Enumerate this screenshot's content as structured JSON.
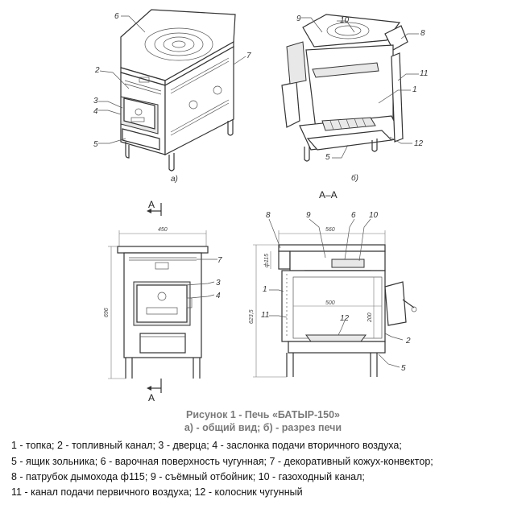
{
  "callouts": {
    "n1": "1",
    "n2": "2",
    "n3": "3",
    "n4": "4",
    "n5": "5",
    "n6": "6",
    "n7": "7",
    "n8": "8",
    "n9": "9",
    "n10": "10",
    "n11": "11",
    "n12": "12"
  },
  "view_labels": {
    "a": "а)",
    "b": "б)"
  },
  "section": {
    "marker": "А",
    "title": "А–А"
  },
  "dimensions": {
    "width_front": "450",
    "height_front": "696",
    "depth_side": "560",
    "chimney": "ф115",
    "height_side": "623,5",
    "firebox_depth": "500",
    "firebox_height": "200"
  },
  "caption": {
    "title": "Рисунок 1 - Печь «БАТЫР-150»",
    "subtitle": "а) - общий вид; б) - разрез печи"
  },
  "legend": [
    "1 - топка; 2 - топливный канал; 3 - дверца; 4 - заслонка подачи вторичного воздуха;",
    "5 - ящик зольника; 6  - варочная поверхность чугунная; 7 - декоративный кожух-конвектор;",
    "8 - патрубок дымохода ф115; 9 - съёмный отбойник; 10 - газоходный канал;",
    "11 - канал подачи первичного воздуха; 12 - колосник чугунный"
  ]
}
